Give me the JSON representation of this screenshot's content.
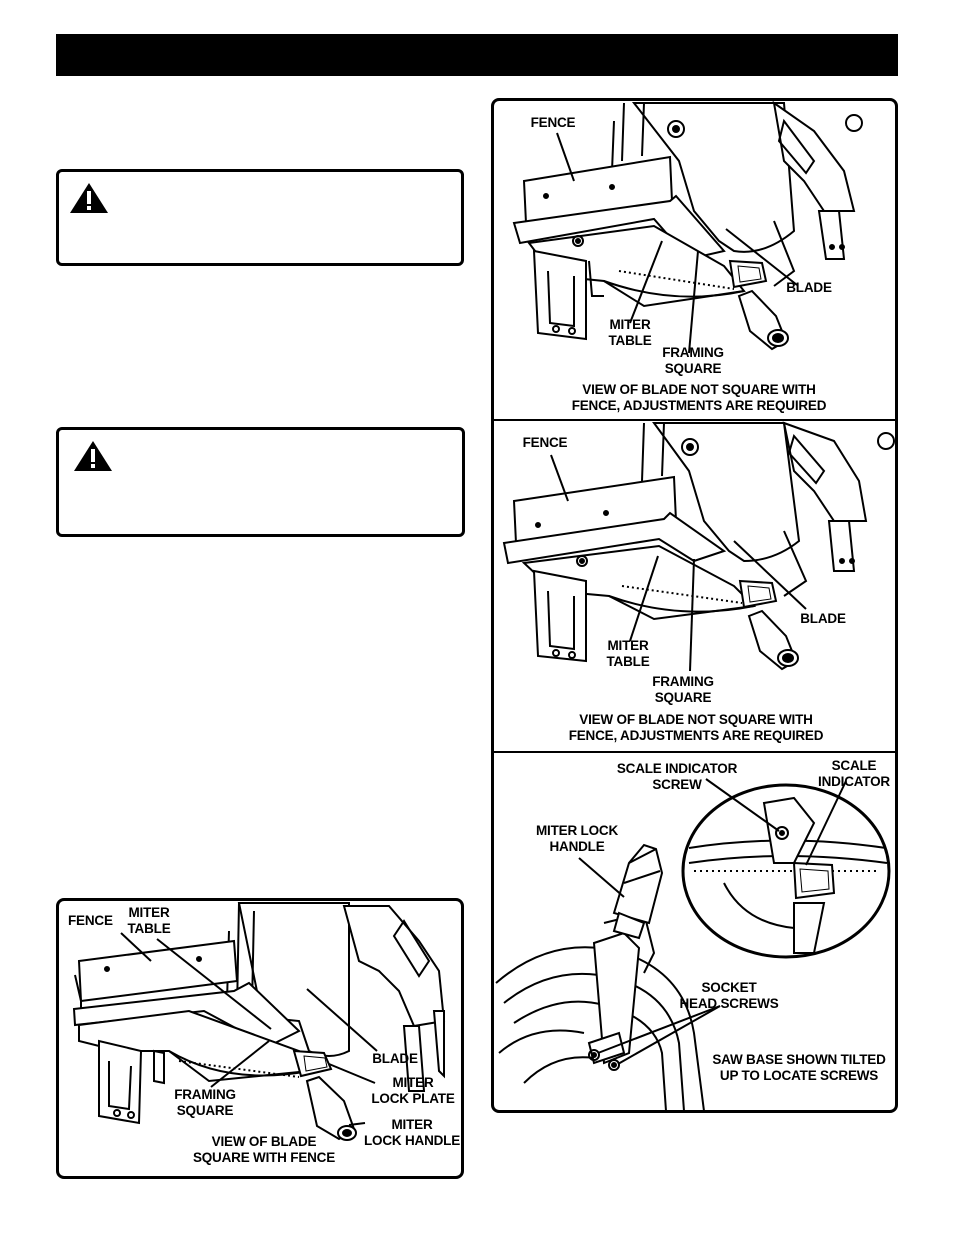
{
  "header": {
    "title": ""
  },
  "warnings": [
    {
      "icon": "warning-triangle-icon",
      "title": "",
      "text": ""
    },
    {
      "icon": "warning-triangle-icon",
      "title": "",
      "text": ""
    }
  ],
  "figures": {
    "square_with_fence": {
      "fence": "FENCE",
      "miter_table": "MITER\nTABLE",
      "framing_square": "FRAMING\nSQUARE",
      "blade": "BLADE",
      "miter_lock_plate": "MITER\nLOCK PLATE",
      "miter_lock_handle": "MITER\nLOCK HANDLE",
      "caption": "VIEW OF BLADE\nSQUARE WITH FENCE"
    },
    "not_square_1": {
      "fence": "FENCE",
      "blade": "BLADE",
      "miter_table": "MITER\nTABLE",
      "framing_square": "FRAMING\nSQUARE",
      "caption": "VIEW OF BLADE NOT SQUARE WITH\nFENCE, ADJUSTMENTS ARE REQUIRED"
    },
    "not_square_2": {
      "fence": "FENCE",
      "blade": "BLADE",
      "miter_table": "MITER\nTABLE",
      "framing_square": "FRAMING\nSQUARE",
      "caption": "VIEW OF BLADE NOT SQUARE WITH\nFENCE, ADJUSTMENTS ARE REQUIRED"
    },
    "scale_indicator": {
      "scale_indicator_screw": "SCALE INDICATOR\nSCREW",
      "scale_indicator": "SCALE\nINDICATOR",
      "miter_lock_handle": "MITER LOCK\nHANDLE",
      "socket_head_screws": "SOCKET\nHEAD SCREWS",
      "caption": "SAW BASE SHOWN TILTED\nUP TO LOCATE SCREWS"
    }
  },
  "colors": {
    "ink": "#000000",
    "paper": "#ffffff"
  }
}
